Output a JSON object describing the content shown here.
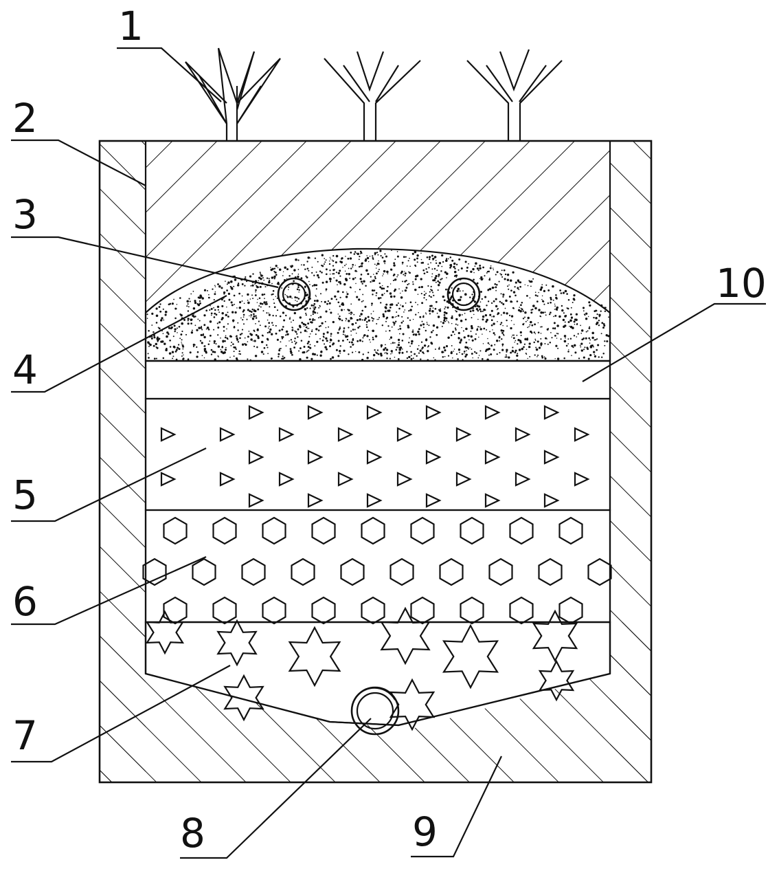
{
  "labels": [
    {
      "id": "1",
      "text": "1"
    },
    {
      "id": "2",
      "text": "2"
    },
    {
      "id": "3",
      "text": "3"
    },
    {
      "id": "4",
      "text": "4"
    },
    {
      "id": "5",
      "text": "5"
    },
    {
      "id": "6",
      "text": "6"
    },
    {
      "id": "7",
      "text": "7"
    },
    {
      "id": "8",
      "text": "8"
    },
    {
      "id": "9",
      "text": "9"
    },
    {
      "id": "10",
      "text": "10"
    }
  ],
  "colors": {
    "line": "#111111",
    "background": "#ffffff",
    "sand": "#111111"
  }
}
